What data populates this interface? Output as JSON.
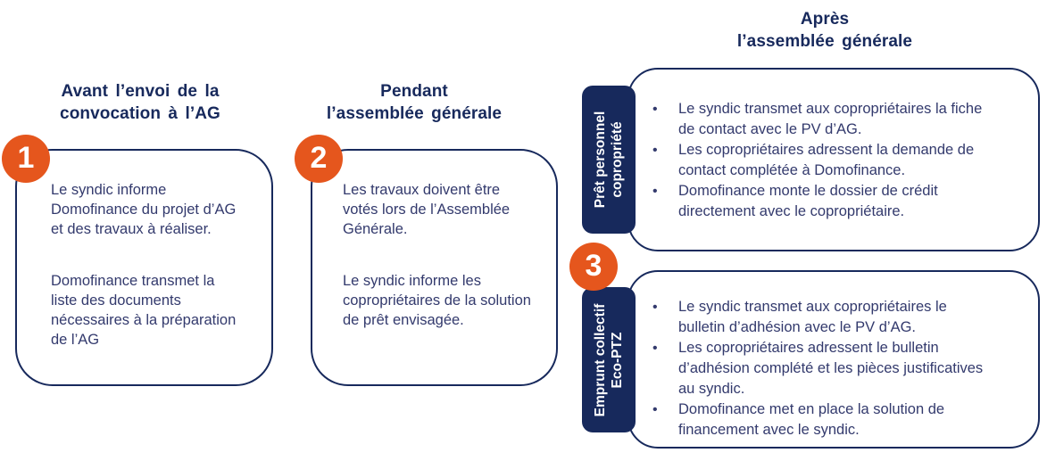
{
  "colors": {
    "orange": "#e5561d",
    "navy": "#17295c",
    "body": "#333a6d",
    "white": "#ffffff"
  },
  "ui": {
    "bullet": "•"
  },
  "stage1": {
    "number": "1",
    "title": "Avant l’envoi de la\nconvocation à l’AG",
    "para1": "Le syndic informe\nDomofinance du projet d’AG\net des travaux à réaliser.",
    "para2": "Domofinance transmet la\nliste des documents\nnécessaires à la préparation\nde l’AG"
  },
  "stage2": {
    "number": "2",
    "title": "Pendant\nl’assemblée générale",
    "para1": "Les travaux doivent être\nvotés lors de l’Assemblée\nGénérale.",
    "para2": "Le syndic informe les\ncopropriétaires de la solution\nde prêt envisagée."
  },
  "stage3": {
    "number": "3",
    "title": "Après\nl’assemblée générale",
    "loan_box": {
      "label": "Prêt personnel\ncopropriété",
      "bullets": [
        "Le syndic transmet aux copropriétaires la fiche\nde contact avec le PV d’AG.",
        "Les copropriétaires adressent la demande de\ncontact complétée à Domofinance.",
        "Domofinance monte le dossier de crédit\ndirectement avec le copropriétaire."
      ]
    },
    "eco_box": {
      "label": "Emprunt collectif\nEco-PTZ",
      "bullets": [
        "Le syndic transmet aux copropriétaires le\nbulletin d’adhésion avec le PV d’AG.",
        "Les copropriétaires adressent le bulletin\nd’adhésion complété et les pièces justificatives\nau syndic.",
        "Domofinance met en place la solution de\nfinancement avec le syndic."
      ]
    }
  }
}
